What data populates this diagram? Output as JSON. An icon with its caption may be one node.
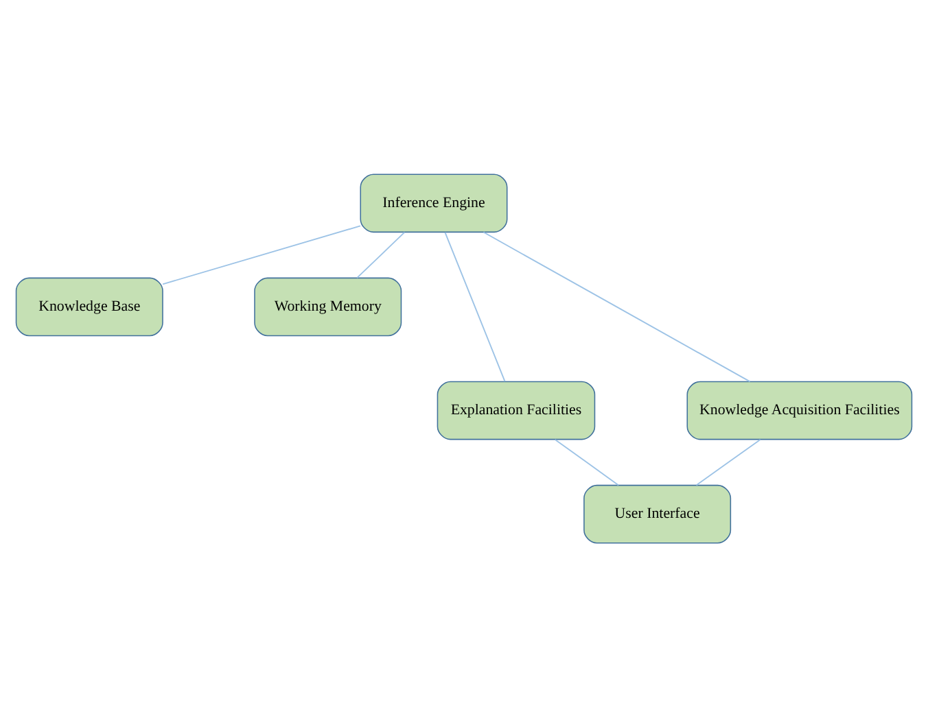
{
  "diagram": {
    "nodes": [
      {
        "text": [
          "Inference Engine"
        ]
      },
      {
        "text": [
          "Knowledge Base"
        ]
      },
      {
        "text": [
          "Working Memory"
        ]
      },
      {
        "text": [
          "Explanation Facilities"
        ]
      },
      {
        "text": [
          "Knowledge Acquisition Facilities"
        ]
      },
      {
        "text": [
          "User Interface"
        ]
      }
    ],
    "edges": [
      {
        "from": 0,
        "to": 1,
        "arrow": "none"
      },
      {
        "from": 0,
        "to": 2,
        "arrow": "none"
      },
      {
        "from": 0,
        "to": 3,
        "arrow": "none"
      },
      {
        "from": 0,
        "to": 4,
        "arrow": "none"
      },
      {
        "from": 3,
        "to": 5,
        "arrow": "none"
      },
      {
        "from": 4,
        "to": 5,
        "arrow": "none"
      }
    ]
  }
}
